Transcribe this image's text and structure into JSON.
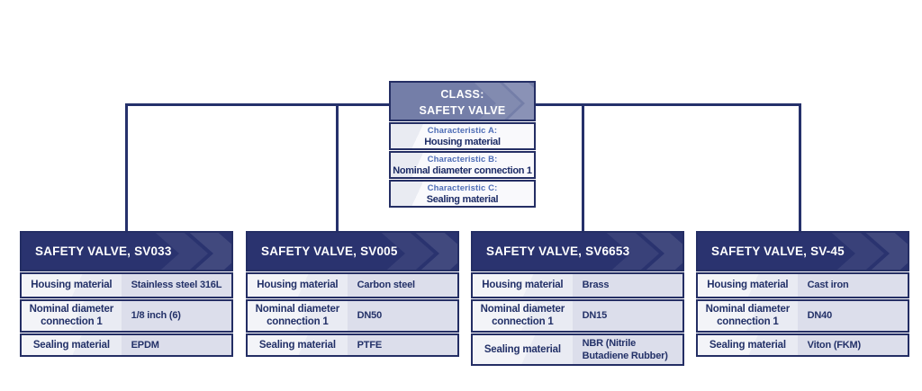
{
  "diagram": {
    "background": "#ffffff",
    "connector_color": "#25316b"
  },
  "colors": {
    "navy_border": "#242e64",
    "leaf_header_bg": "#2a336f",
    "class_header_bg": "#747ea8",
    "row_left_bg": "#f1f2f7",
    "row_right_bg": "#dcdeeb",
    "text_navy": "#233168",
    "characteristic_label_blue": "#4e6db6"
  },
  "class_card": {
    "title_line1": "CLASS:",
    "title_line2": "SAFETY VALVE",
    "characteristics": [
      {
        "label": "Characteristic A:",
        "value": "Housing material"
      },
      {
        "label": "Characteristic B:",
        "value": "Nominal diameter connection 1"
      },
      {
        "label": "Characteristic C:",
        "value": "Sealing material"
      }
    ]
  },
  "valves": [
    {
      "title": "SAFETY VALVE, SV033",
      "rows": [
        {
          "label": "Housing material",
          "value": "Stainless steel 316L"
        },
        {
          "label": "Nominal diameter connection 1",
          "value": "1/8 inch (6)"
        },
        {
          "label": "Sealing material",
          "value": "EPDM"
        }
      ]
    },
    {
      "title": "SAFETY VALVE, SV005",
      "rows": [
        {
          "label": "Housing material",
          "value": "Carbon steel"
        },
        {
          "label": "Nominal diameter connection 1",
          "value": "DN50"
        },
        {
          "label": "Sealing material",
          "value": "PTFE"
        }
      ]
    },
    {
      "title": "SAFETY VALVE, SV6653",
      "rows": [
        {
          "label": "Housing material",
          "value": "Brass"
        },
        {
          "label": "Nominal diameter connection 1",
          "value": "DN15"
        },
        {
          "label": "Sealing material",
          "value": "NBR (Nitrile Butadiene Rubber)"
        }
      ]
    },
    {
      "title": "SAFETY VALVE, SV-45",
      "rows": [
        {
          "label": "Housing material",
          "value": "Cast iron"
        },
        {
          "label": "Nominal diameter connection 1",
          "value": "DN40"
        },
        {
          "label": "Sealing material",
          "value": "Viton (FKM)"
        }
      ]
    }
  ]
}
